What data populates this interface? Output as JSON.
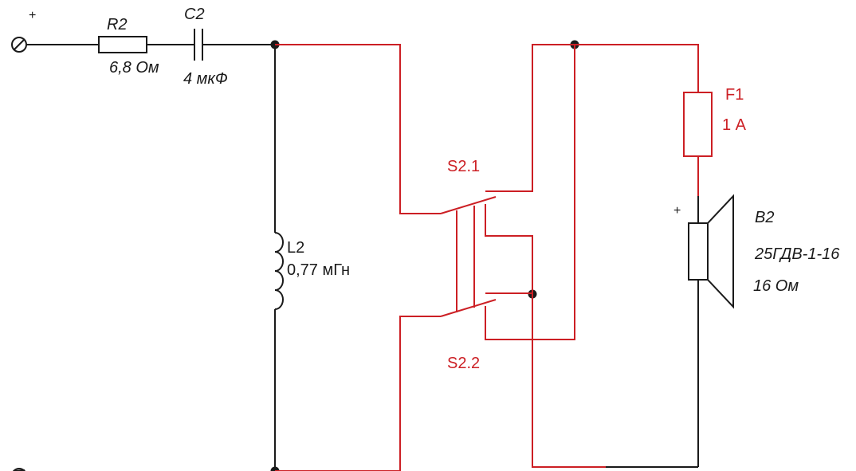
{
  "colors": {
    "black_wire": "#1a1a1a",
    "red_wire": "#cc1f24",
    "background": "#ffffff"
  },
  "components": {
    "r2": {
      "ref": "R2",
      "value": "6,8 Ом"
    },
    "c2": {
      "ref": "C2",
      "value": "4 мкФ"
    },
    "l2": {
      "ref": "L2",
      "value": "0,77 мГн"
    },
    "f1": {
      "ref": "F1",
      "value": "1 А"
    },
    "s21": {
      "ref": "S2.1"
    },
    "s22": {
      "ref": "S2.2"
    },
    "b2": {
      "ref": "B2",
      "model": "25ГДВ-1-16",
      "impedance": "16 Ом"
    }
  },
  "terminals": {
    "top_polarity": "+",
    "speaker_polarity": "+"
  }
}
